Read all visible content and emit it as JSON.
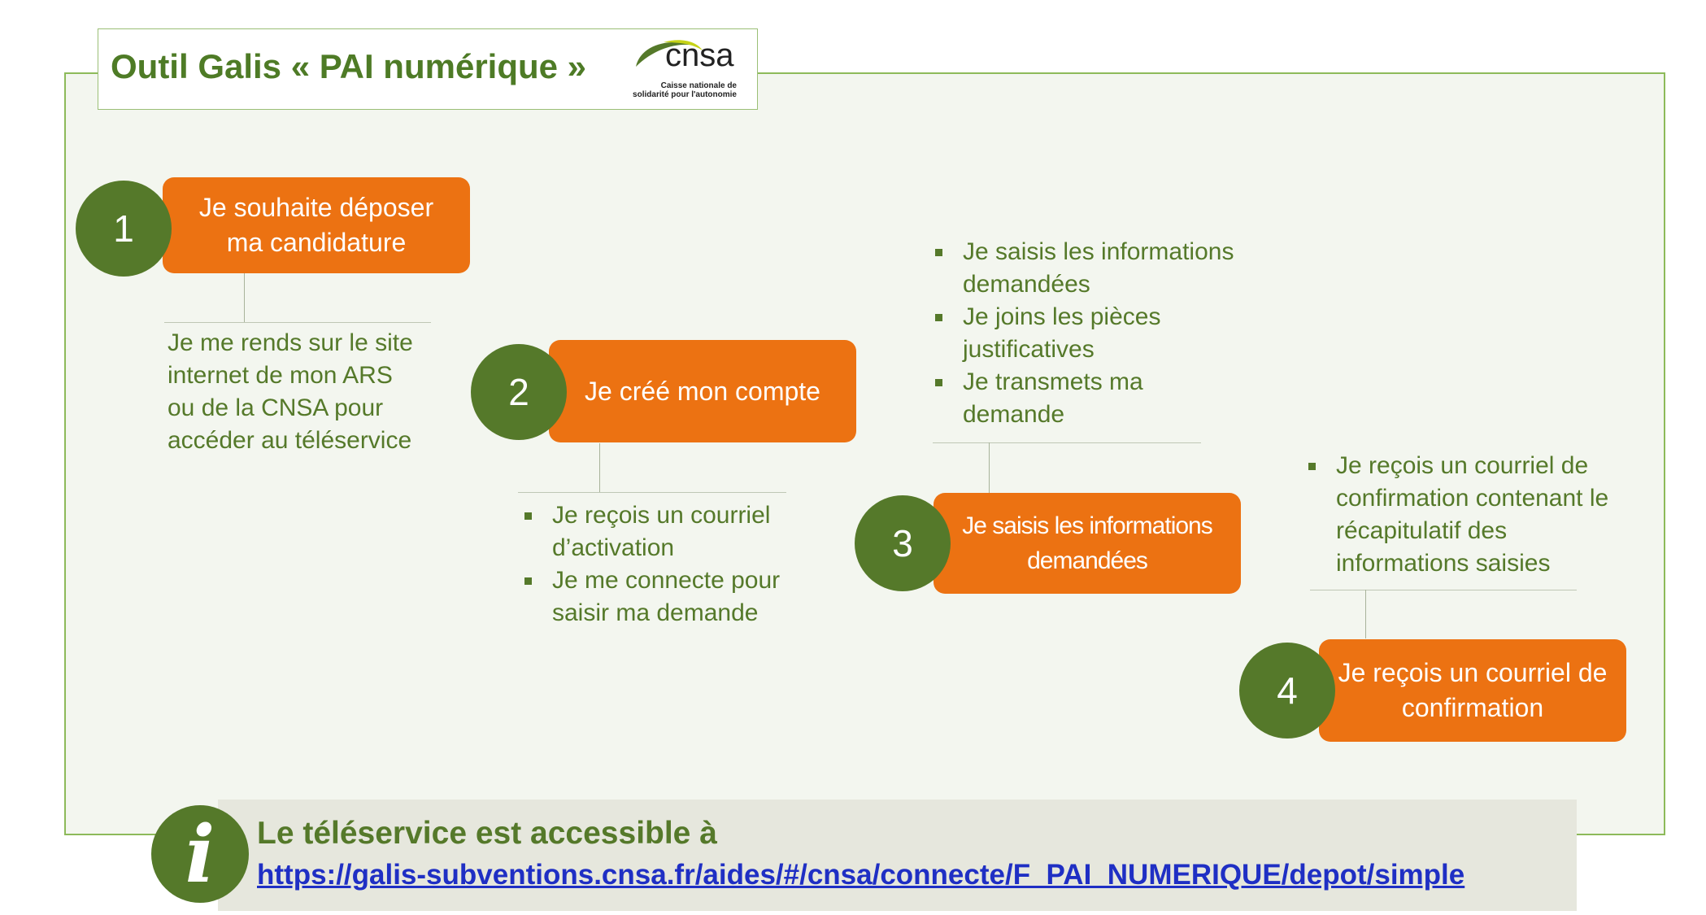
{
  "header": {
    "title": "Outil Galis « PAI numérique »",
    "logo_word": "cnsa",
    "logo_subtitle": "Caisse nationale de solidarité pour l'autonomie"
  },
  "colors": {
    "step_box": "#ec7212",
    "circle": "#55792a",
    "text_green": "#55792a",
    "frame_border": "#8dba5a",
    "link": "#1f2fc4"
  },
  "steps": [
    {
      "number": "1",
      "label": "Je souhaite déposer ma candidature",
      "description": "Je me rends sur le site\ninternet de mon ARS\nou de la CNSA pour\naccéder au téléservice"
    },
    {
      "number": "2",
      "label": "Je créé mon compte",
      "bullets": [
        "Je reçois un courriel d’activation",
        "Je me connecte pour saisir ma demande"
      ]
    },
    {
      "number": "3",
      "label": "Je saisis les informations demandées",
      "bullets": [
        "Je saisis les informations demandées",
        "Je joins les pièces justificatives",
        "Je transmets ma demande"
      ]
    },
    {
      "number": "4",
      "label": "Je reçois un courriel de confirmation",
      "bullets": [
        "Je reçois un courriel de confirmation contenant le récapitulatif des informations saisies"
      ]
    }
  ],
  "info": {
    "icon": "info-icon",
    "heading": "Le téléservice est accessible à",
    "link": "https://galis-subventions.cnsa.fr/aides/#/cnsa/connecte/F_PAI_NUMERIQUE/depot/simple"
  }
}
